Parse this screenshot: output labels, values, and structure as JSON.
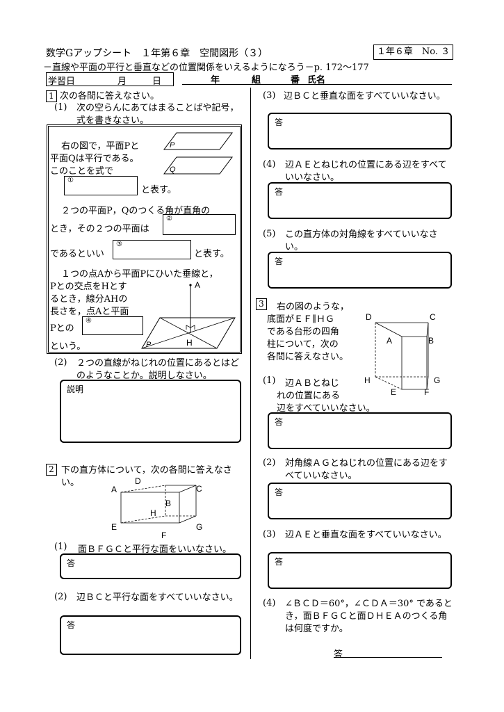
{
  "header": {
    "title": "数学Gアップシート　１年第６章　空間図形（３）",
    "subtitle": "－直線や平面の平行と垂直などの位置関係をいえるようになろう－p. 172～177",
    "code": "１年６章　No. ３",
    "date_label": "学習日",
    "month": "月",
    "day": "日",
    "year": "年",
    "class": "組",
    "number": "番",
    "name": "氏名"
  },
  "q1": {
    "num": "1",
    "heading": "次の各問に答えなさい。",
    "p1_num": "(1)",
    "p1_text": "次の空らんにあてはまることばや記号，式を書きなさい。",
    "frame": {
      "t1": "右の図で，平面Pと",
      "t2": "平面Qは平行である。",
      "t3": "このことを式で",
      "b1": "①",
      "t4": "と表す。",
      "t5": "２つの平面P，Qのつくる角が直角の",
      "t6": "とき，その２つの平面は",
      "b2": "②",
      "t7": "であるといい",
      "b3": "③",
      "t8": "と表す。",
      "t9": "１つの点Aから平面Pにひいた垂線と，",
      "t10": "Pとの交点をHとす",
      "t11": "るとき，線分AHの",
      "t12": "長さを，点Aと平面",
      "t13": "Pとの",
      "b4": "④",
      "t14": "という。",
      "fig_p": "P",
      "fig_q": "Q",
      "fig_a": "A",
      "fig_h": "H",
      "fig_p2": "P"
    },
    "p2_num": "(2)",
    "p2_text": "２つの直線がねじれの位置にあるとはどのようなことか。説明しなさい。",
    "p2_label": "説明"
  },
  "q2": {
    "num": "2",
    "heading": "下の直方体について，次の各問に答えなさい。",
    "fig": {
      "A": "A",
      "B": "B",
      "C": "C",
      "D": "D",
      "E": "E",
      "F": "F",
      "G": "G",
      "H": "H"
    },
    "p1_num": "(1)",
    "p1_text": "面ＢＦＧＣと平行な面をいいなさい。",
    "p2_num": "(2)",
    "p2_text": "辺ＢＣと平行な面をすべていいなさい。",
    "p3_num": "(3)",
    "p3_text": "辺ＢＣと垂直な面をすべていいなさい。",
    "p4_num": "(4)",
    "p4_text": "辺ＡＥとねじれの位置にある辺をすべていいなさい。",
    "p5_num": "(5)",
    "p5_text": "この直方体の対角線をすべていいなさい。",
    "ans": "答"
  },
  "q3": {
    "num": "3",
    "intro1": "右の図のような，",
    "intro2": "底面がＥＦ∥ＨＧ",
    "intro3": "である台形の四角",
    "intro4": "柱について，次の",
    "intro5": "各問に答えなさい。",
    "fig": {
      "A": "A",
      "B": "B",
      "C": "C",
      "D": "D",
      "E": "E",
      "F": "F",
      "G": "G",
      "H": "H"
    },
    "p1_num": "(1)",
    "p1_a": "辺ＡＢとねじ",
    "p1_b": "れの位置にある",
    "p1_c": "辺をすべていいなさい。",
    "p2_num": "(2)",
    "p2_text": "対角線ＡＧとねじれの位置にある辺をすべていいなさい。",
    "p3_num": "(3)",
    "p3_text": "辺ＡＥと垂直な面をすべていいなさい。",
    "p4_num": "(4)",
    "p4_text": "∠ＢＣＤ＝60°，∠ＣＤＡ＝30° であるとき，面ＢＦＧＣと面ＤＨＥＡのつくる角は何度ですか。",
    "ans": "答"
  }
}
